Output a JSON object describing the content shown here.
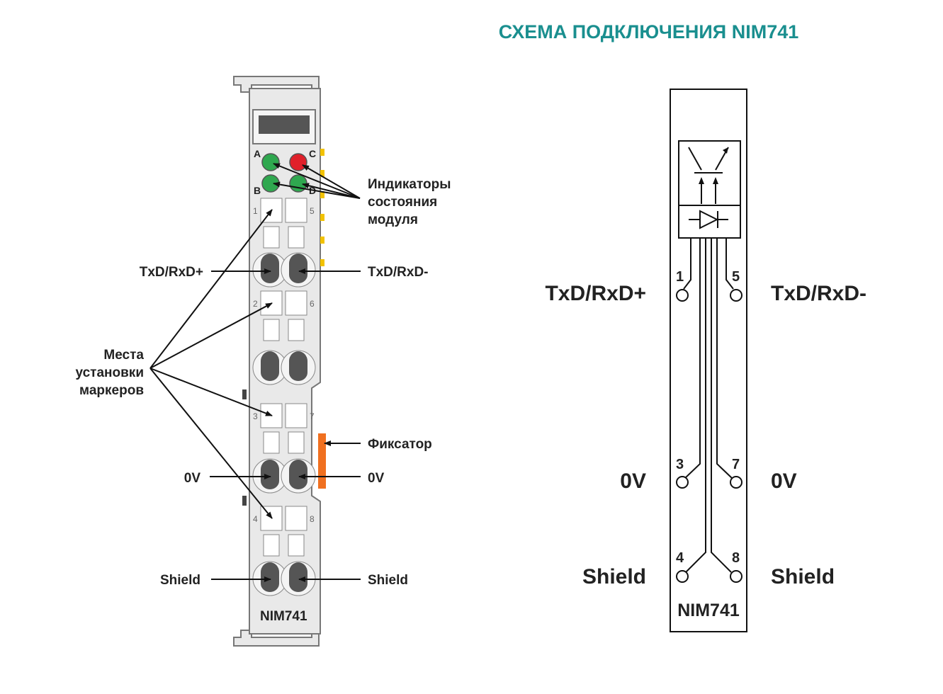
{
  "title": "СХЕМА ПОДКЛЮЧЕНИЯ NIM741",
  "module": {
    "name": "NIM741",
    "led_letters": [
      "A",
      "C",
      "B",
      "D"
    ],
    "slot_numbers": [
      "1",
      "5",
      "2",
      "6",
      "3",
      "7",
      "4",
      "8"
    ],
    "colors": {
      "led_green": "#2fa84f",
      "led_red": "#e0202a",
      "latch": "#f07020",
      "contact_yellow": "#f2c200"
    }
  },
  "callouts": {
    "indicators": [
      "Индикаторы",
      "состояния",
      "модуля"
    ],
    "markers": [
      "Места",
      "установки",
      "маркеров"
    ],
    "latch": "Фиксатор",
    "txd_plus": "TxD/RxD+",
    "txd_minus": "TxD/RxD-",
    "zero_left": "0V",
    "zero_right": "0V",
    "shield_left": "Shield",
    "shield_right": "Shield"
  },
  "schematic": {
    "name": "NIM741",
    "left_labels": [
      "TxD/RxD+",
      "0V",
      "Shield"
    ],
    "right_labels": [
      "TxD/RxD-",
      "0V",
      "Shield"
    ],
    "pins": [
      "1",
      "5",
      "3",
      "7",
      "4",
      "8"
    ]
  }
}
